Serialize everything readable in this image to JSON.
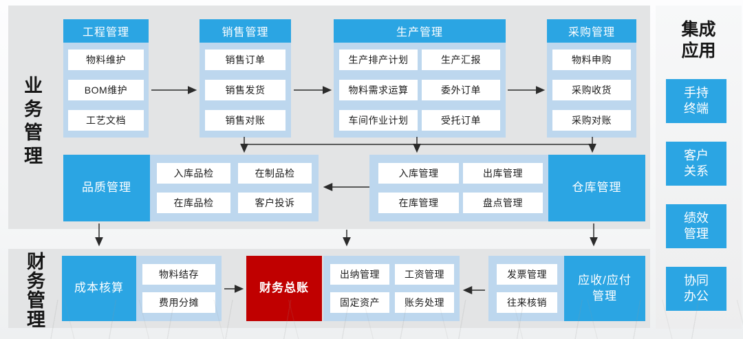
{
  "colors": {
    "accent_blue": "#2BA5E3",
    "light_blue": "#BDD7EE",
    "panel_gray": "#E3E4E5",
    "ledger_red": "#C00000"
  },
  "sections": {
    "business": {
      "title": "业务管理"
    },
    "finance": {
      "title": "财务管理"
    },
    "integration": {
      "title": "集成应用"
    }
  },
  "business_groups": [
    {
      "header": "工程管理",
      "items": [
        "物料维护",
        "BOM维护",
        "工艺文档"
      ]
    },
    {
      "header": "销售管理",
      "items": [
        "销售订单",
        "销售发货",
        "销售对账"
      ]
    },
    {
      "header": "生产管理",
      "items_left": [
        "生产排产计划",
        "物料需求运算",
        "车间作业计划"
      ],
      "items_right": [
        "生产汇报",
        "委外订单",
        "受托订单"
      ]
    },
    {
      "header": "采购管理",
      "items": [
        "物料申购",
        "采购收货",
        "采购对账"
      ]
    }
  ],
  "quality_group": {
    "label": "品质管理",
    "items": [
      "入库品检",
      "在制品检",
      "在库品检",
      "客户投诉"
    ]
  },
  "warehouse_group": {
    "label": "仓库管理",
    "items": [
      "入库管理",
      "出库管理",
      "在库管理",
      "盘点管理"
    ]
  },
  "finance_groups": {
    "cost": {
      "label": "成本核算",
      "items": [
        "物料结存",
        "费用分摊"
      ]
    },
    "general_ledger": {
      "label": "财务总账"
    },
    "accounting": {
      "items": [
        "出纳管理",
        "工资管理",
        "固定资产",
        "账务处理"
      ]
    },
    "receivable_payable": {
      "label": "应收/应付管理",
      "items": [
        "发票管理",
        "往来核销"
      ]
    }
  },
  "integration_apps": [
    {
      "label": "手持终端"
    },
    {
      "label": "客户关系"
    },
    {
      "label": "绩效管理"
    },
    {
      "label": "协同办公"
    }
  ]
}
